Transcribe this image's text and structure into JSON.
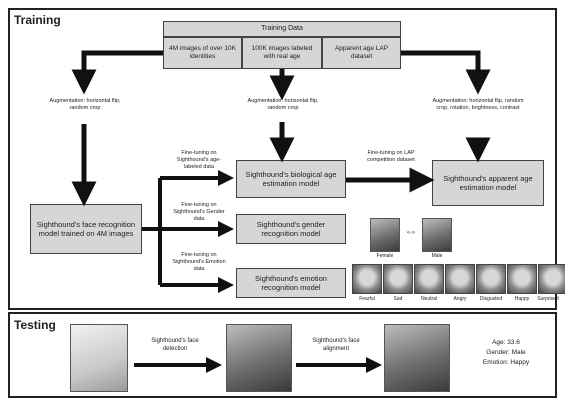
{
  "training": {
    "title": "Training",
    "training_data_header": "Training Data",
    "datasets": [
      "4M images of over 10K identities",
      "100K images labeled with real age",
      "Apparent age LAP dataset"
    ],
    "augment_left": "Augmentation: horizontal flip, random crop",
    "augment_mid": "Augmentation: horizontal flip, random crop",
    "augment_right": "Augmentation: horizontal flip, random crop, rotation, brightness, contrast",
    "face_model": "Sighthound's face recognition model trained on 4M images",
    "ft_age": "Fine-tuning on Sighthound's age-labeled data",
    "ft_gender": "Fine-tuning on Sighthound's Gender data",
    "ft_emotion": "Fine-tuning on Sighthound's Emotion data",
    "ft_lap": "Fine-tuning on LAP competition dataset",
    "bio_age_model": "Sighthound's biological age estimation model",
    "apparent_age_model": "Sighthound's apparent age estimation model",
    "gender_model": "Sighthound's gender recognition model",
    "emotion_model": "Sighthound's emotion recognition model",
    "gender_labels": [
      "Female",
      "Male"
    ],
    "gender_sep": "<->",
    "emotion_labels": [
      "Fearful",
      "Sad",
      "Neutral",
      "Angry",
      "Disgusted",
      "Happy",
      "Surprised"
    ]
  },
  "testing": {
    "title": "Testing",
    "face_detection": "Sighthound's face detection",
    "face_alignment": "Sighthound's face alignment",
    "result_age": "Age: 33.6",
    "result_gender": "Gender: Male",
    "result_emotion": "Emotion: Happy"
  }
}
